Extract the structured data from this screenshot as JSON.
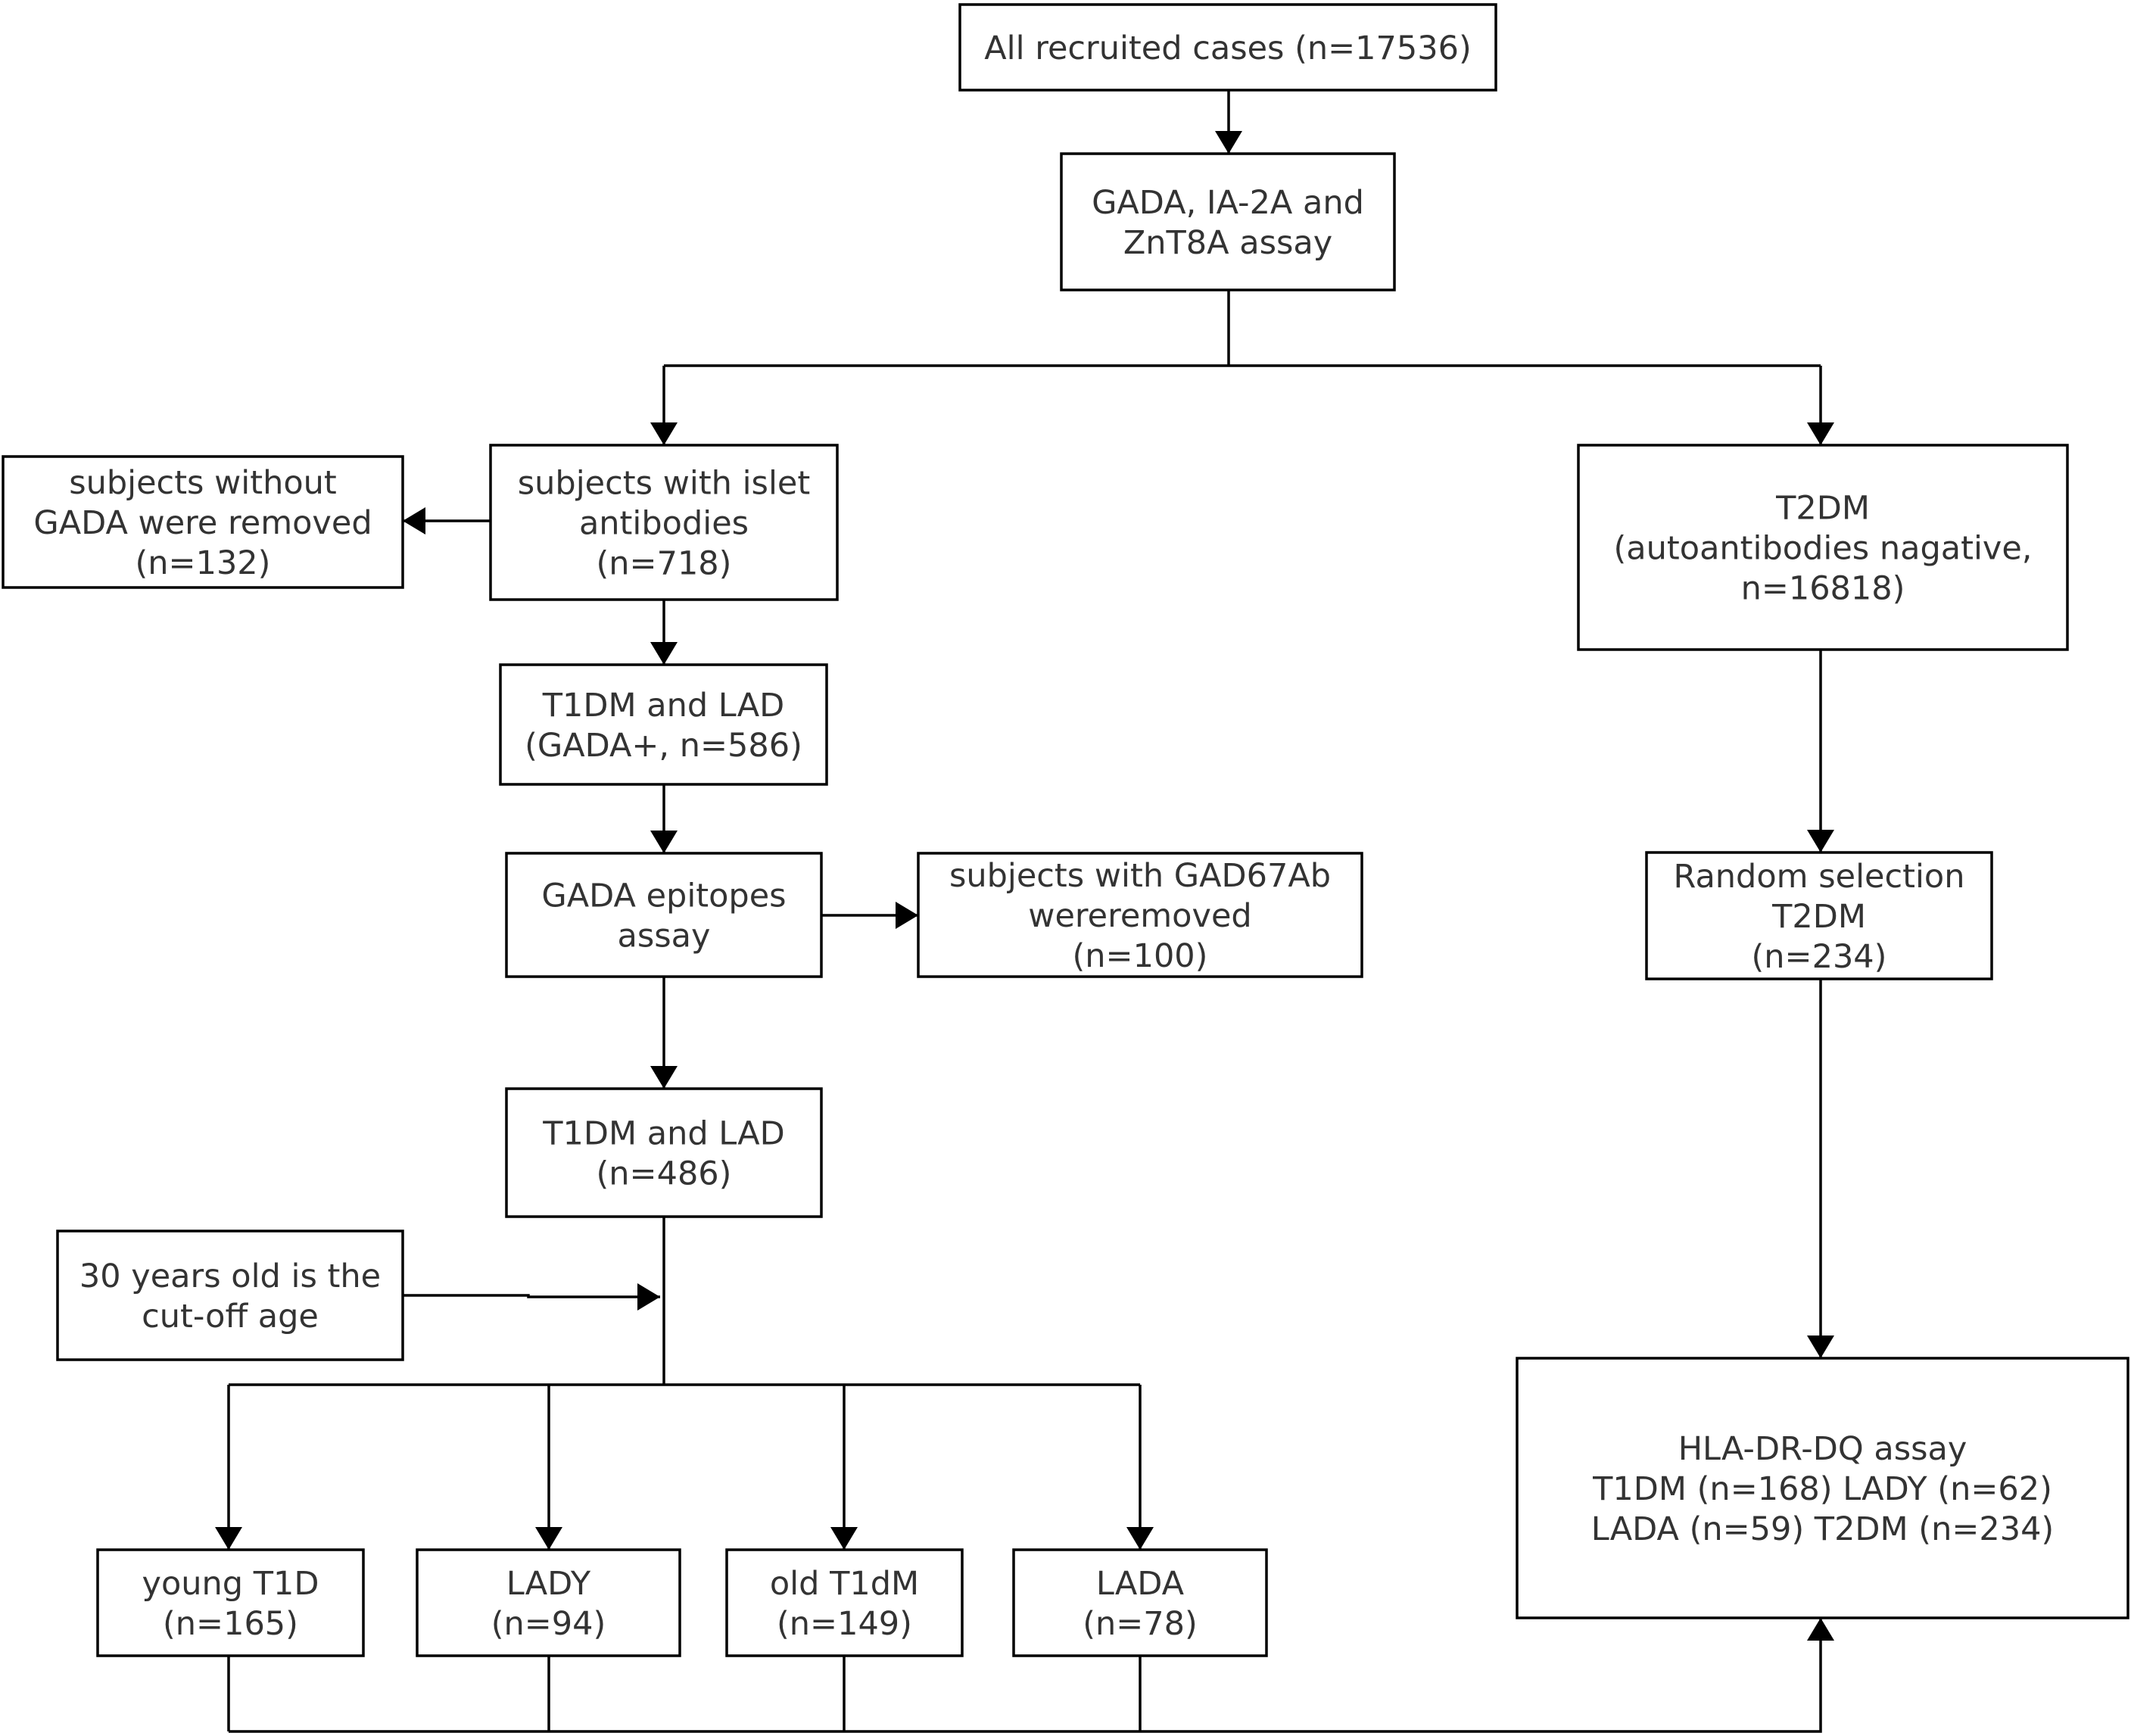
{
  "nodes": {
    "recruited": {
      "lines": [
        "All recruited cases (n=17536)"
      ]
    },
    "assay": {
      "lines": [
        "GADA, IA-2A and",
        "ZnT8A assay"
      ]
    },
    "islet": {
      "lines": [
        "subjects with islet",
        "antibodies",
        "(n=718)"
      ]
    },
    "no_gada": {
      "lines": [
        "subjects without",
        "GADA were removed",
        "(n=132)"
      ]
    },
    "t2dm": {
      "lines": [
        "T2DM",
        "(autoantibodies nagative,",
        "n=16818)"
      ]
    },
    "t1dm_lad_586": {
      "lines": [
        "T1DM and LAD",
        "(GADA+, n=586)"
      ]
    },
    "epitopes": {
      "lines": [
        "GADA epitopes",
        "assay"
      ]
    },
    "gad67": {
      "lines": [
        "subjects with GAD67Ab",
        "wereremoved",
        "(n=100)"
      ]
    },
    "random": {
      "lines": [
        "Random selection",
        "T2DM",
        "(n=234)"
      ]
    },
    "t1dm_lad_486": {
      "lines": [
        "T1DM and LAD",
        "(n=486)"
      ]
    },
    "cutoff": {
      "lines": [
        "30 years old is the",
        "cut-off age"
      ]
    },
    "hla": {
      "lines": [
        "HLA-DR-DQ assay",
        "T1DM (n=168)   LADY (n=62)",
        "LADA (n=59)   T2DM (n=234)"
      ]
    },
    "young_t1d": {
      "lines": [
        "young T1D",
        "(n=165)"
      ]
    },
    "lady": {
      "lines": [
        "LADY",
        "(n=94)"
      ]
    },
    "old_t1dm": {
      "lines": [
        "old T1dM",
        "(n=149)"
      ]
    },
    "lada": {
      "lines": [
        "LADA",
        "(n=78)"
      ]
    }
  }
}
